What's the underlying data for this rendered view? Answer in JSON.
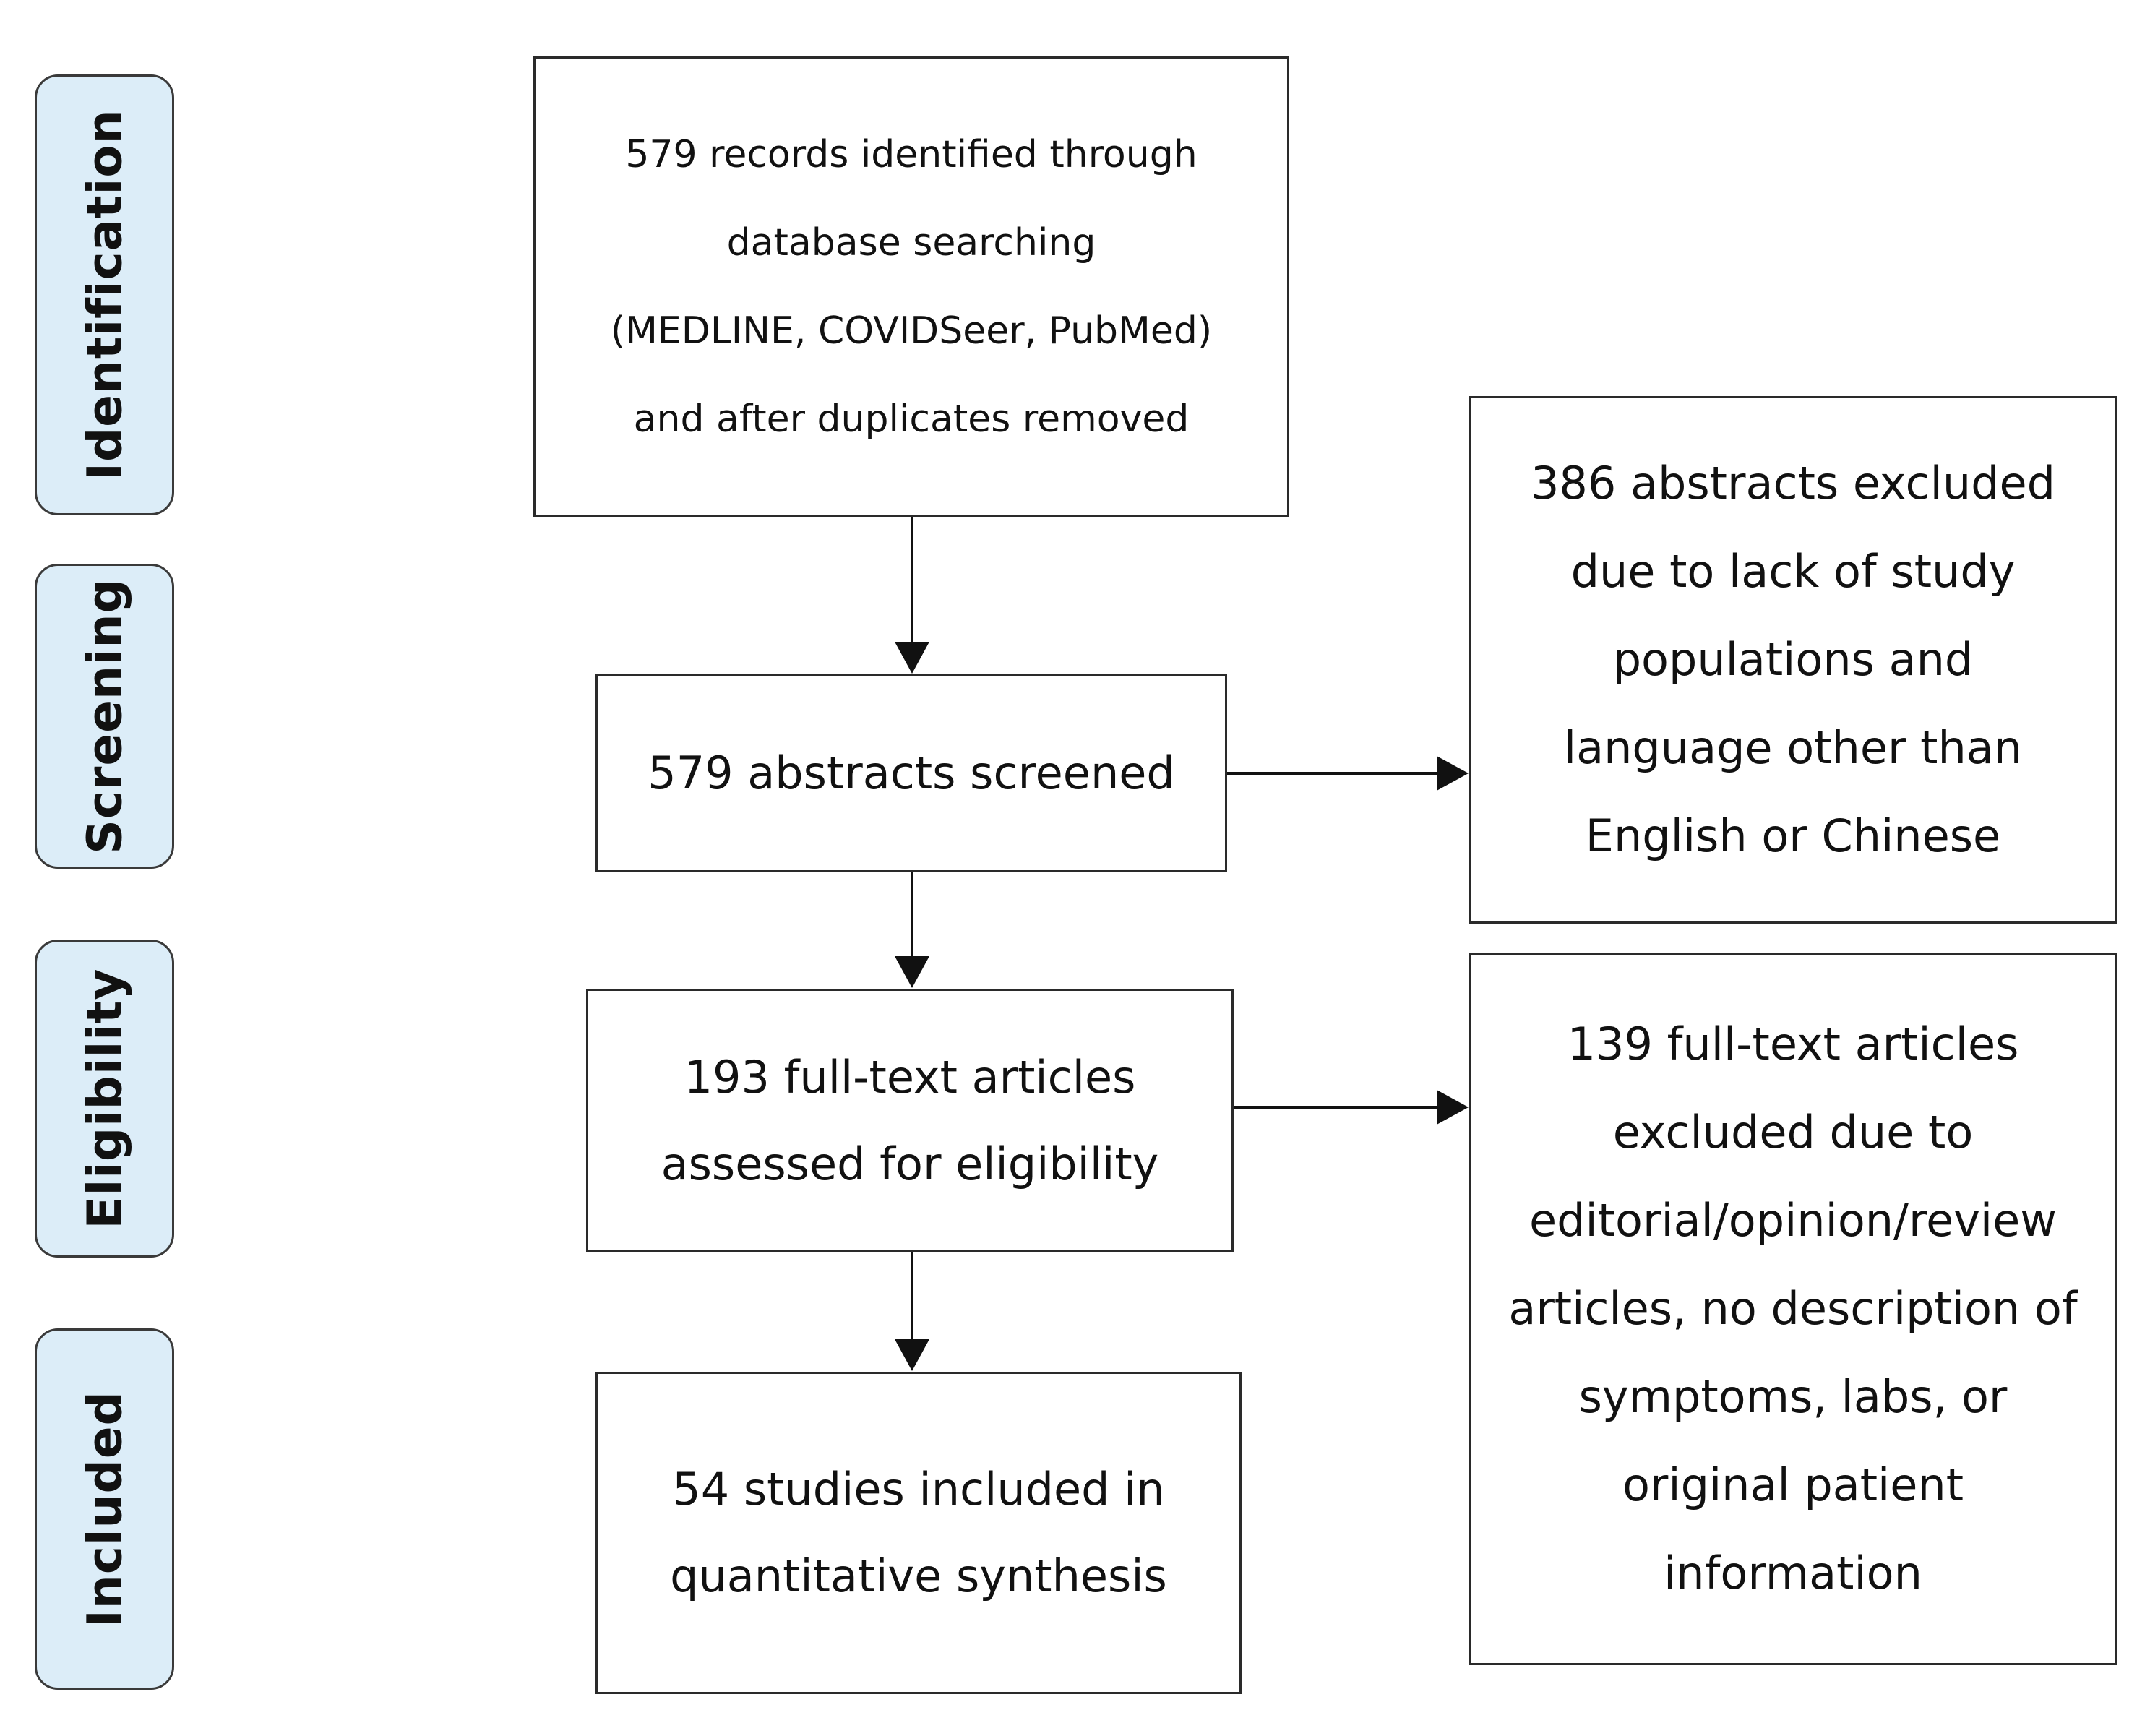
{
  "stages": [
    {
      "key": "identification",
      "label": "Identification"
    },
    {
      "key": "screening",
      "label": "Screening"
    },
    {
      "key": "eligibility",
      "label": "Eligibility"
    },
    {
      "key": "included",
      "label": "Included"
    }
  ],
  "boxes": {
    "identification": "579 records identified through\ndatabase searching\n(MEDLINE, COVIDSeer, PubMed)\nand after duplicates removed",
    "screening": "579 abstracts screened",
    "eligibility": "193 full-text articles\nassessed for eligibility",
    "included": "54 studies included in\nquantitative synthesis",
    "excluded_abstracts": "386 abstracts excluded\ndue to lack of study\npopulations and\nlanguage other than\nEnglish or Chinese",
    "excluded_fulltext": "139 full-text articles\nexcluded due to\neditorial/opinion/review\narticles, no description of\nsymptoms, labs, or\noriginal patient\ninformation"
  },
  "colors": {
    "stage_fill": "#dcedf8",
    "stage_border": "#3a3a3a",
    "box_border": "#2a2a2a",
    "arrow": "#111111"
  }
}
